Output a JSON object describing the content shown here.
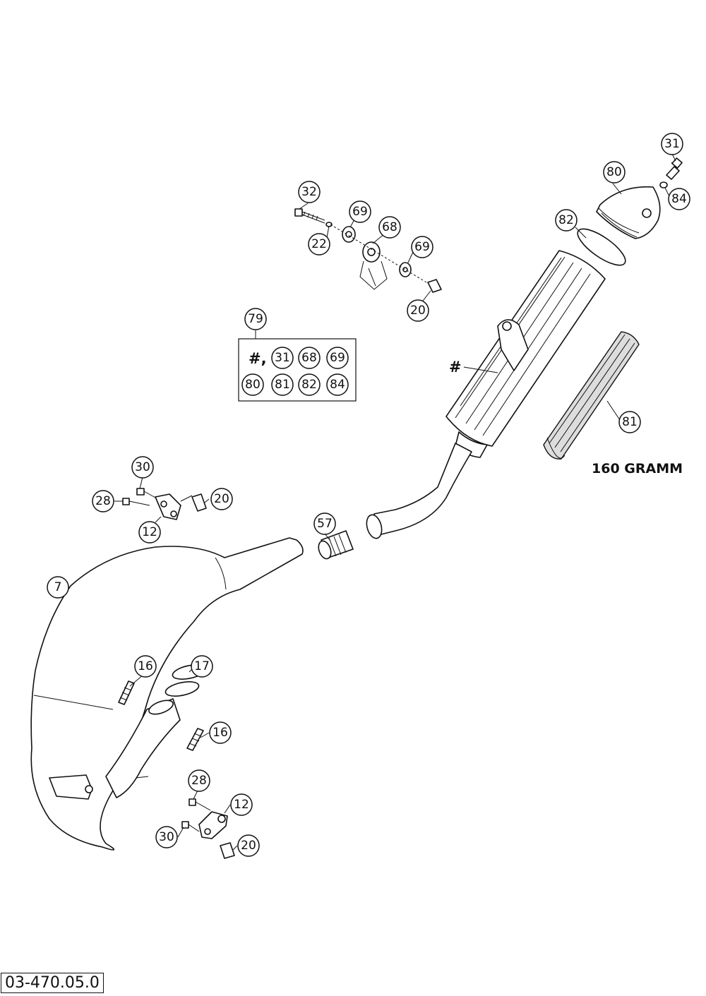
{
  "diagram": {
    "drawing_code": "03-470.05.0",
    "annotation_hash": "#",
    "weight_note": "160 GRAMM",
    "kit": {
      "number": "79",
      "contents_row1": [
        "#,",
        "31",
        "68",
        "69"
      ],
      "contents_row2": [
        "80",
        "81",
        "82",
        "84"
      ]
    },
    "callouts": [
      {
        "id": "c31",
        "label": "31"
      },
      {
        "id": "c80",
        "label": "80"
      },
      {
        "id": "c84",
        "label": "84"
      },
      {
        "id": "c82",
        "label": "82"
      },
      {
        "id": "c32",
        "label": "32"
      },
      {
        "id": "c69a",
        "label": "69"
      },
      {
        "id": "c68",
        "label": "68"
      },
      {
        "id": "c22",
        "label": "22"
      },
      {
        "id": "c69b",
        "label": "69"
      },
      {
        "id": "c20a",
        "label": "20"
      },
      {
        "id": "c81",
        "label": "81"
      },
      {
        "id": "c30a",
        "label": "30"
      },
      {
        "id": "c28a",
        "label": "28"
      },
      {
        "id": "c20b",
        "label": "20"
      },
      {
        "id": "c12a",
        "label": "12"
      },
      {
        "id": "c57",
        "label": "57"
      },
      {
        "id": "c7",
        "label": "7"
      },
      {
        "id": "c16a",
        "label": "16"
      },
      {
        "id": "c17",
        "label": "17"
      },
      {
        "id": "c16b",
        "label": "16"
      },
      {
        "id": "c28b",
        "label": "28"
      },
      {
        "id": "c12b",
        "label": "12"
      },
      {
        "id": "c30b",
        "label": "30"
      },
      {
        "id": "c20c",
        "label": "20"
      }
    ]
  }
}
